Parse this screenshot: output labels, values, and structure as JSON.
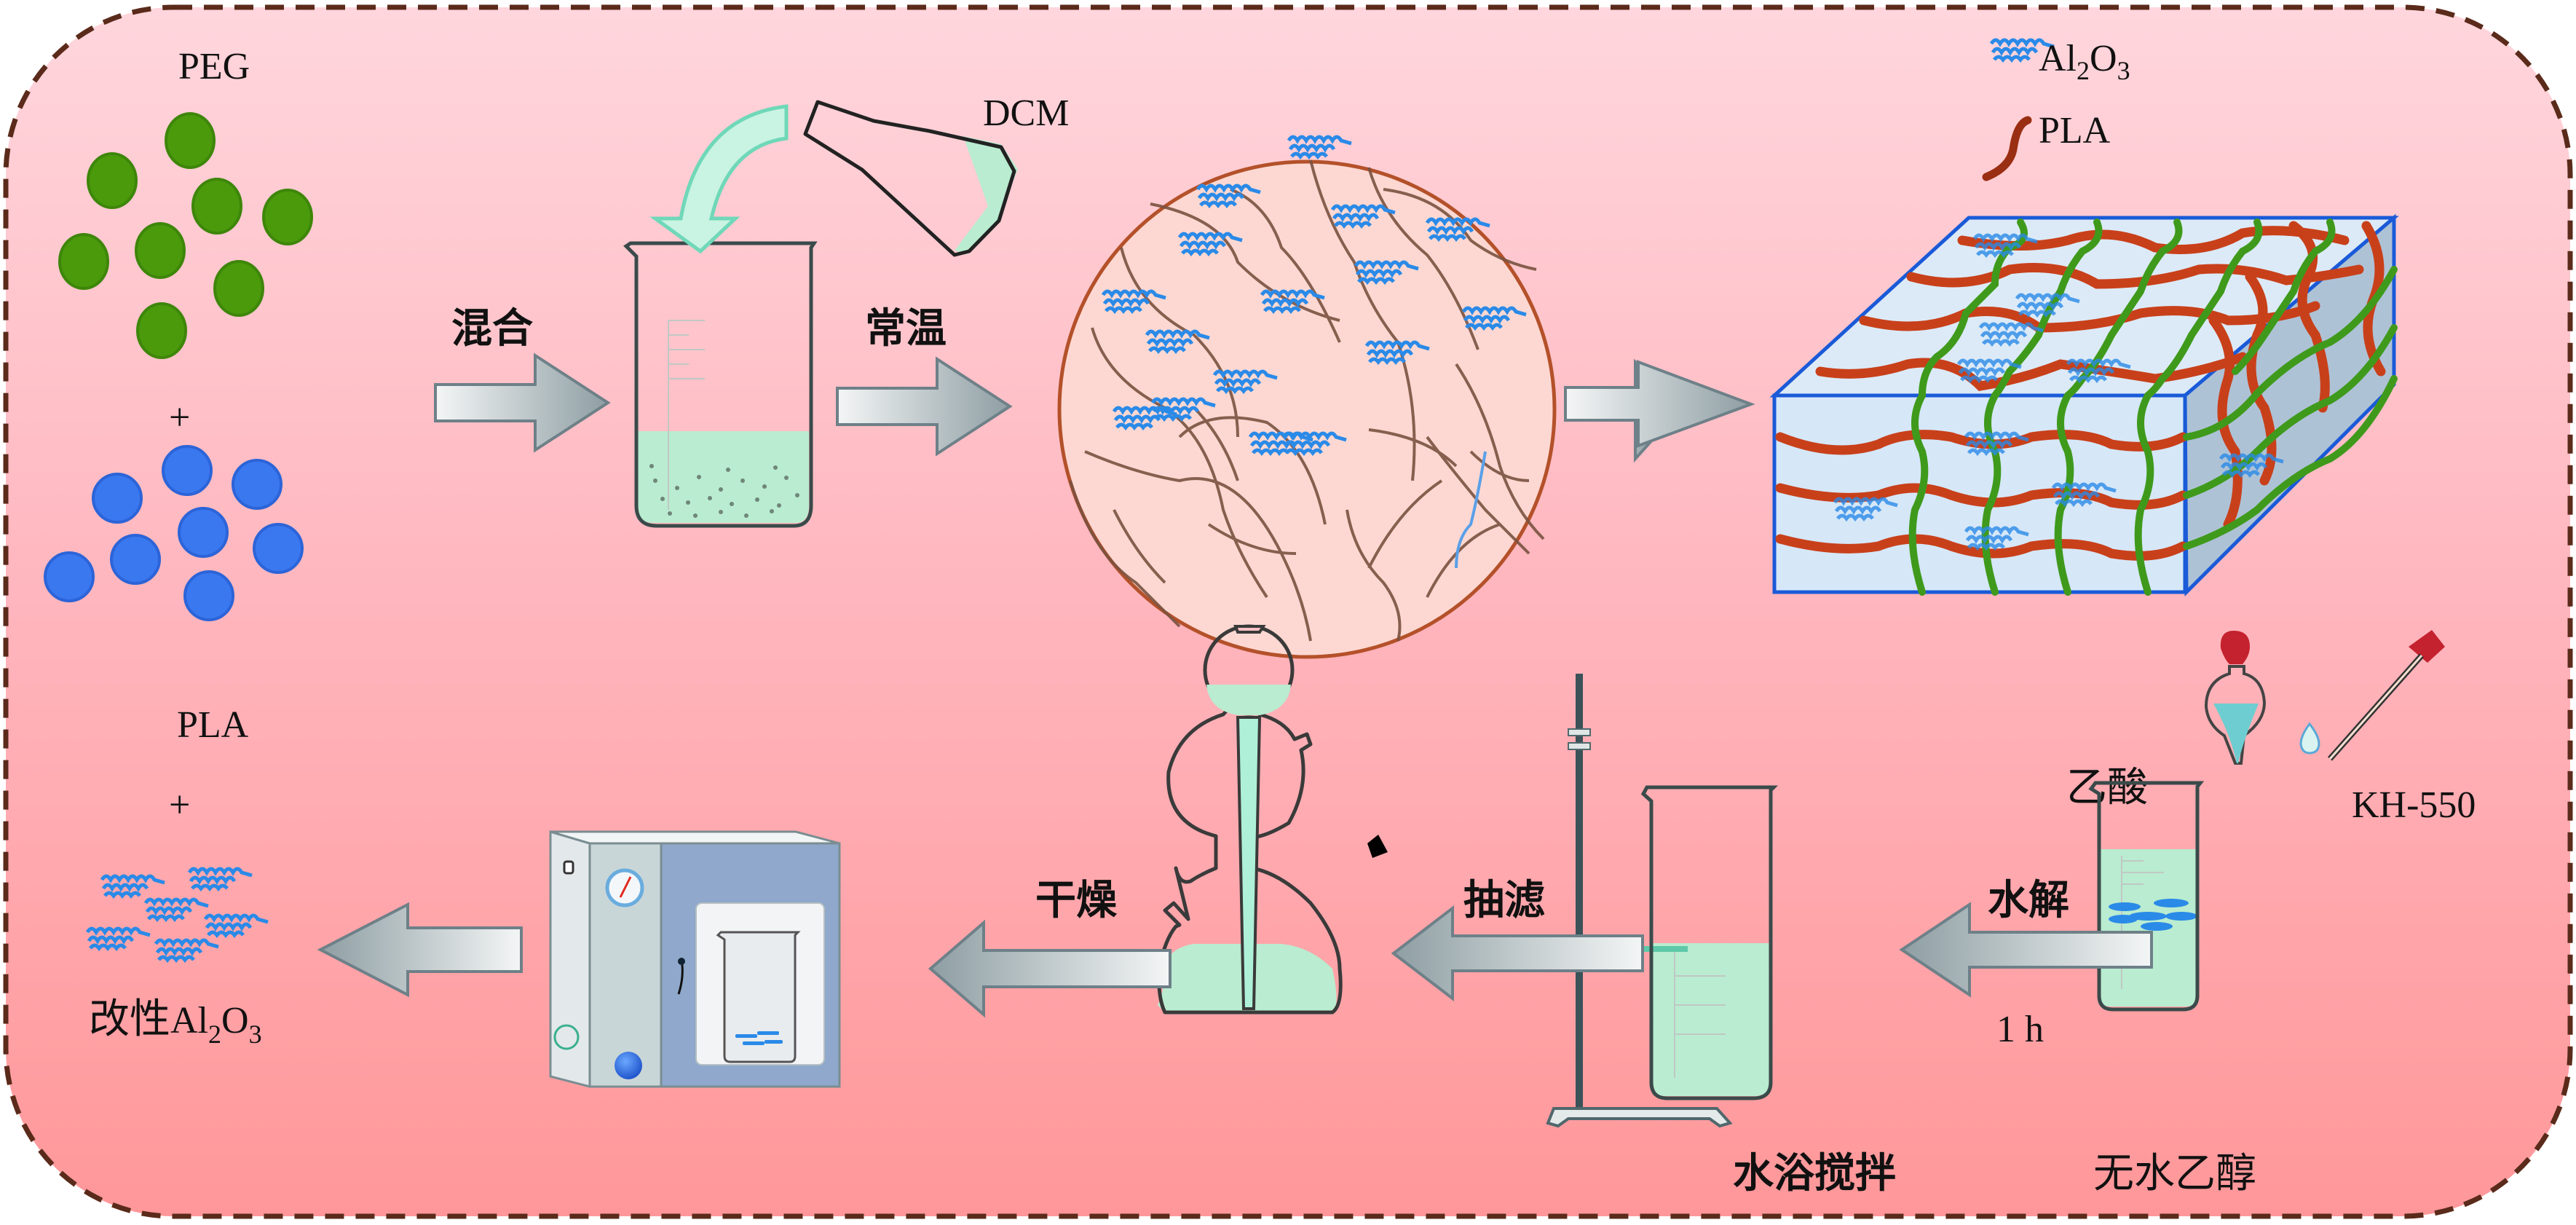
{
  "diagram": {
    "title": "PLA/PEG/modified Al2O3 composite preparation process",
    "colors": {
      "background_top": "#ffd3da",
      "background_bottom": "#ff9b9c",
      "border_dash": "#5a2a1a",
      "peg_green": "#4a9a0c",
      "pla_blue": "#3a78f0",
      "liquid": "#b9ecd0",
      "al2o3_blue": "#2a8ae8",
      "pla_chain": "#c8401a",
      "peg_chain": "#3f9a1c",
      "arrow_gray": "#9aa9ac"
    },
    "top_row": {
      "peg_label": "PEG",
      "plus_1": "+",
      "pla_label": "PLA",
      "plus_2": "+",
      "modified_label_cn": "改性",
      "modified_label_formula": "Al",
      "modified_sub_2": "2",
      "modified_o": "O",
      "modified_sub_3": "3",
      "step_mix": "混合",
      "solvent": "DCM",
      "step_room_temp": "常温"
    },
    "legend": {
      "al2o3_base": "Al",
      "al2o3_sub_2": "2",
      "al2o3_o": "O",
      "al2o3_sub_3": "3",
      "pla": "PLA"
    },
    "bottom_row": {
      "acetic_acid": "乙酸",
      "silane": "KH-550",
      "step_hydrolysis": "水解",
      "duration": "1 h",
      "anhydrous_ethanol": "无水乙醇",
      "water_bath_stirring": "水浴搅拌",
      "step_suction_filtration": "抽滤",
      "step_drying": "干燥"
    }
  }
}
